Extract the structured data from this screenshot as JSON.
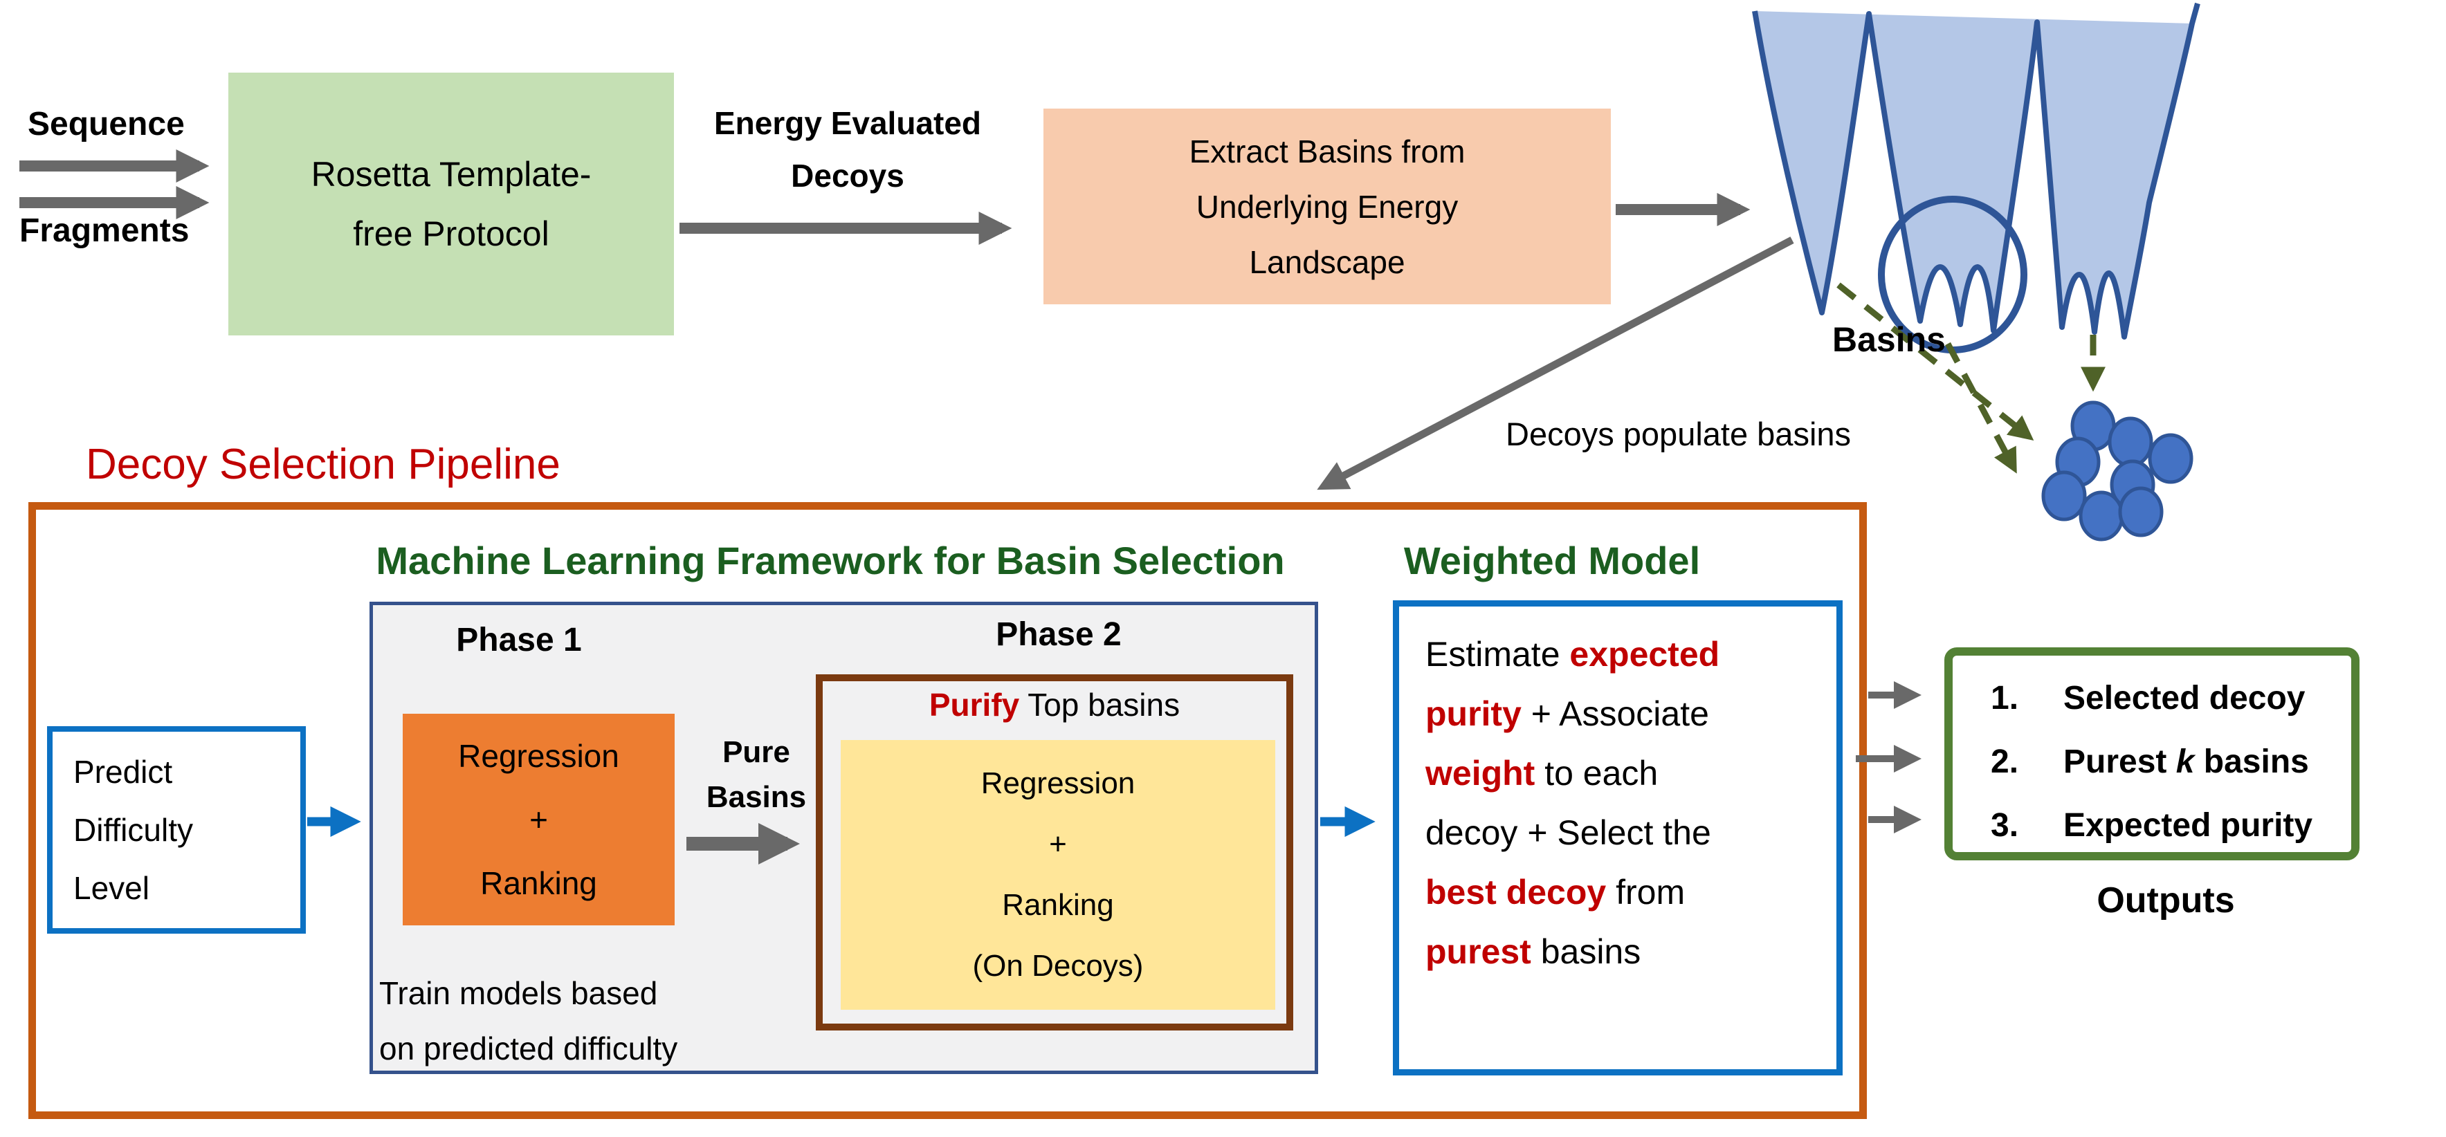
{
  "top": {
    "sequence_label": "Sequence",
    "fragments_label": "Fragments",
    "rosetta_box": {
      "line1": "Rosetta Template-",
      "line2": "free Protocol"
    },
    "energy_label": {
      "line1": "Energy  Evaluated",
      "line2": "Decoys"
    },
    "extract_box": {
      "line1": "Extract Basins from",
      "line2": "Underlying Energy",
      "line3": "Landscape"
    },
    "basins_label": "Basins",
    "decoys_populate_label": "Decoys populate basins"
  },
  "pipeline": {
    "title": "Decoy Selection Pipeline",
    "ml_title": "Machine Learning Framework for Basin Selection",
    "weighted_title": "Weighted Model",
    "phase1_label": "Phase 1",
    "phase2_label": "Phase 2",
    "predict_box": {
      "line1": "Predict",
      "line2": "Difficulty",
      "line3": "Level"
    },
    "regression_box1": {
      "line1": "Regression",
      "line2": "+",
      "line3": "Ranking"
    },
    "pure_basins": {
      "line1": "Pure",
      "line2": "Basins"
    },
    "purify_header": {
      "purify": "Purify",
      "rest": " Top basins"
    },
    "regression_box2": {
      "line1": "Regression",
      "line2": "+",
      "line3": "Ranking",
      "line4": "(On Decoys)"
    },
    "train_note": {
      "line1": "Train models based",
      "line2": "on predicted difficulty"
    },
    "weighted_box": {
      "l1a": "Estimate ",
      "l1b": "expected",
      "l2a": "purity",
      "l2b": " + Associate",
      "l3a": "weight",
      "l3b": " to each",
      "l4": "decoy + Select the",
      "l5a": "best decoy",
      "l5b": " from",
      "l6a": "purest",
      "l6b": " basins"
    }
  },
  "outputs": {
    "item1_num": "1.",
    "item1_text": "Selected decoy",
    "item2_num": "2.",
    "item2_a": "Purest ",
    "item2_k": "k",
    "item2_b": " basins",
    "item3_num": "3.",
    "item3_text": "Expected purity",
    "label": "Outputs"
  },
  "colors": {
    "rosetta_fill": "#C5E0B4",
    "extract_fill": "#F8CBAD",
    "regression1_fill": "#ED7D31",
    "regression2_fill": "#FFE699",
    "panel_fill": "#F1F1F2",
    "panel_border": "#35528C",
    "pipeline_border": "#C55A11",
    "phase2_border": "#7B3A10",
    "blue_accent": "#0C71C3",
    "outputs_border": "#538135",
    "red_text": "#C00000",
    "dark_green_text": "#1B5E20",
    "funnel_fill": "#B4C7E7",
    "funnel_stroke": "#2E5597",
    "decoy_dot_fill": "#4472C4",
    "gray_arrow": "#696969",
    "dashed_green_arrow": "#4F6228"
  }
}
